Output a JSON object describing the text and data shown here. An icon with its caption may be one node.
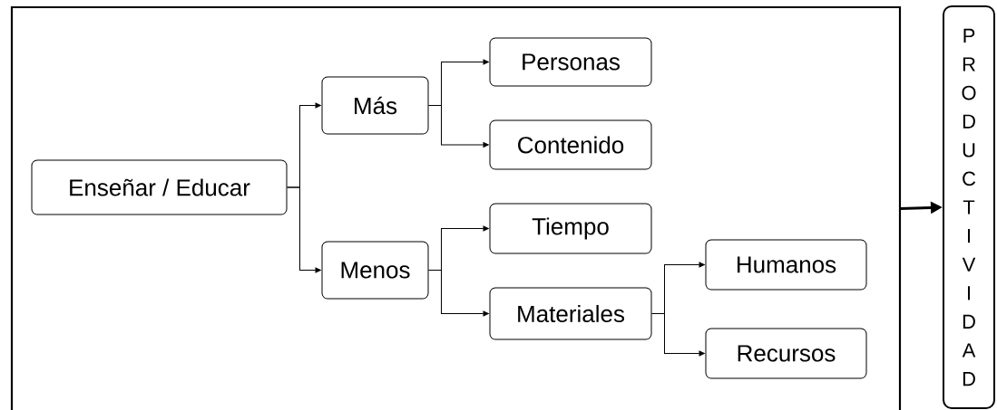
{
  "diagram": {
    "nodes": [
      {
        "text": [],
        "shape": "box"
      },
      {
        "text": [
          "Enseñar / Educar"
        ],
        "in": 0
      },
      {
        "text": [
          "Más"
        ],
        "in": 0
      },
      {
        "text": [
          "Menos"
        ],
        "in": 0
      },
      {
        "text": [
          "Personas"
        ],
        "in": 0
      },
      {
        "text": [
          "Contenido"
        ],
        "in": 0
      },
      {
        "text": [
          "Tiempo"
        ],
        "in": 0
      },
      {
        "text": [
          "Materiales"
        ],
        "in": 0
      },
      {
        "text": [
          "Humanos"
        ],
        "in": 0
      },
      {
        "text": [
          "Recursos"
        ],
        "in": 0
      },
      {
        "text": [
          "PRODUCTIVIDAD"
        ]
      }
    ],
    "edges": [
      {
        "from": 1,
        "to": 2,
        "arrow": "to"
      },
      {
        "from": 1,
        "to": 3,
        "arrow": "to"
      },
      {
        "from": 2,
        "to": 4,
        "arrow": "to"
      },
      {
        "from": 2,
        "to": 5,
        "arrow": "to"
      },
      {
        "from": 3,
        "to": 6,
        "arrow": "to"
      },
      {
        "from": 3,
        "to": 7,
        "arrow": "to"
      },
      {
        "from": 7,
        "to": 8,
        "arrow": "to"
      },
      {
        "from": 7,
        "to": 9,
        "arrow": "to"
      },
      {
        "from": 0,
        "to": 10,
        "arrow": "to",
        "style": "thick"
      }
    ]
  }
}
